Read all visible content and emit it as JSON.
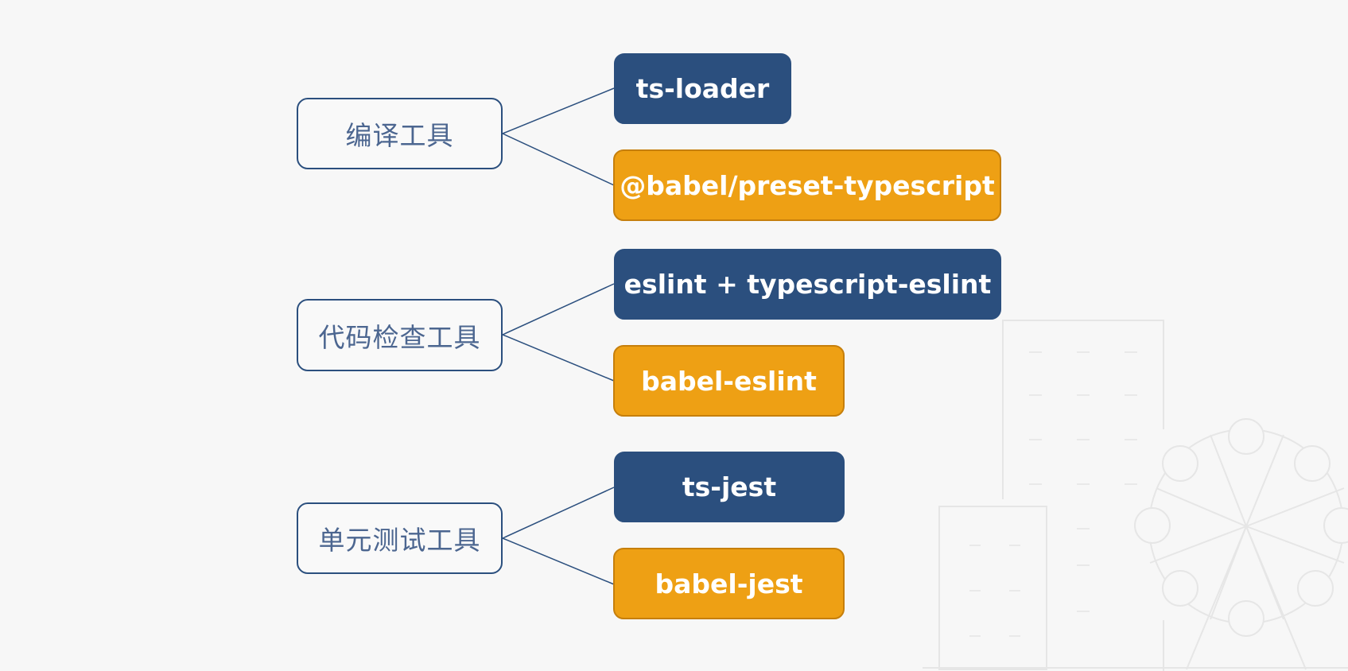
{
  "colors": {
    "background": "#f7f7f7",
    "primary_blue": "#2b4f7e",
    "accent_orange": "#eea014",
    "accent_orange_border": "#c67f0c",
    "category_text": "#4c6690",
    "decoration": "#e6e6e6"
  },
  "groups": [
    {
      "category": "编译工具",
      "tools": [
        {
          "label": "ts-loader",
          "style": "blue"
        },
        {
          "label": "@babel/preset-typescript",
          "style": "orange"
        }
      ]
    },
    {
      "category": "代码检查工具",
      "tools": [
        {
          "label": "eslint + typescript-eslint",
          "style": "blue"
        },
        {
          "label": "babel-eslint",
          "style": "orange"
        }
      ]
    },
    {
      "category": "单元测试工具",
      "tools": [
        {
          "label": "ts-jest",
          "style": "blue"
        },
        {
          "label": "babel-jest",
          "style": "orange"
        }
      ]
    }
  ],
  "decoration": {
    "icon": "city-ferris-wheel-illustration"
  }
}
